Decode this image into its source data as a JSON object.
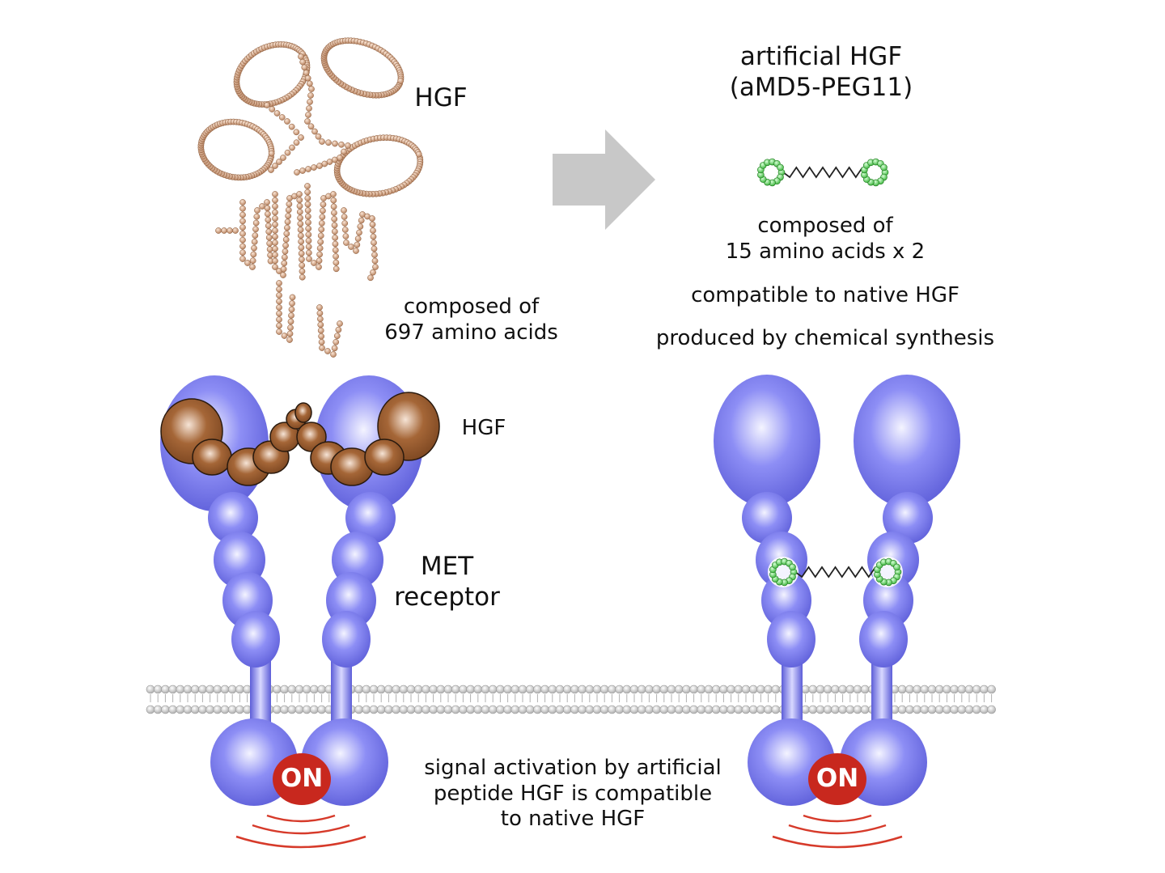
{
  "labels": {
    "hgf_top": "HGF",
    "hgf_composition": [
      "composed of",
      "697 amino acids"
    ],
    "artificial_title": [
      "artificial HGF",
      "(aMD5-PEG11)"
    ],
    "artificial_composition": [
      "composed of",
      "15 amino acids x 2"
    ],
    "compatible": "compatible to native HGF",
    "produced": "produced by chemical synthesis",
    "hgf_bound": "HGF",
    "met_receptor": [
      "MET",
      "receptor"
    ],
    "signal_text": [
      "signal activation by artificial",
      "peptide HGF is compatible",
      "to native HGF"
    ],
    "on_left": "ON",
    "on_right": "ON"
  },
  "colors": {
    "receptor_blue": "#7b7cf0",
    "hgf_brown": "#a0602e",
    "peptide_green": "#3fbf3f",
    "on_red": "#c8281e",
    "arrow_gray": "#c8c8c8",
    "membrane_gray": "#b8b8b8"
  },
  "icons": {
    "arrow": "right-arrow-icon",
    "peptide": "cyclic-peptide-dimer-icon"
  }
}
